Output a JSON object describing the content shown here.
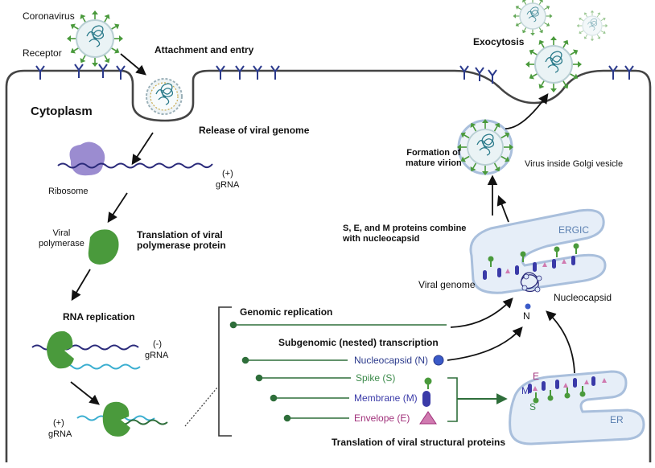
{
  "labels": {
    "coronavirus": "Coronavirus",
    "receptor": "Receptor",
    "attachment": "Attachment and entry",
    "exocytosis": "Exocytosis",
    "cytoplasm": "Cytoplasm",
    "release": "Release of viral genome",
    "ribosome": "Ribosome",
    "grna_plus_sign": "(+)",
    "grna_word": "gRNA",
    "viral_polymerase": "Viral\npolymerase",
    "translation_polymerase": "Translation of viral\npolymerase protein",
    "rna_replication": "RNA replication",
    "grna_minus_sign": "(-)",
    "formation": "Formation of\nmature virion",
    "golgi": "Virus inside Golgi vesicle",
    "sem_combine": "S, E, and M proteins combine\nwith nucleocapsid",
    "ergic": "ERGIC",
    "viral_genome": "Viral genome",
    "nucleocapsid": "Nucleocapsid",
    "n_label": "N",
    "genomic_replication": "Genomic replication",
    "subgenomic": "Subgenomic (nested) transcription",
    "translation_structural": "Translation of viral structural proteins",
    "e_label": "E",
    "m_label": "M",
    "s_label": "S",
    "er": "ER"
  },
  "proteins": [
    {
      "label": "Nucleocapsid (N)",
      "color": "#2b3a8c"
    },
    {
      "label": "Spike (S)",
      "color": "#3b8a4a"
    },
    {
      "label": "Membrane (M)",
      "color": "#3a3aa8"
    },
    {
      "label": "Envelope (E)",
      "color": "#a0307a"
    }
  ],
  "colors": {
    "membrane": "#333333",
    "receptor": "#2b3a8c",
    "polymerase": "#4a9a3c",
    "ribosome": "#8a78c8",
    "rna_dark": "#2a2a7a",
    "rna_light": "#3aaed0",
    "rna_green": "#2e6e3a",
    "er_fill": "#e6eef8",
    "er_stroke": "#a9bfdc"
  }
}
